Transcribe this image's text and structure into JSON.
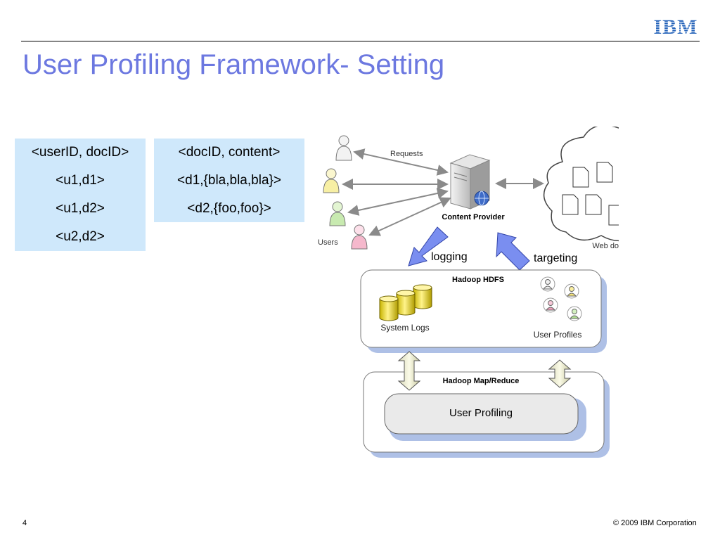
{
  "slide": {
    "logo_text": "IBM",
    "title": "User Profiling Framework- Setting",
    "page_number": "4",
    "copyright": "© 2009 IBM Corporation"
  },
  "tables": {
    "user_docs": {
      "header": "<userID, docID>",
      "rows": [
        "<u1,d1>",
        "<u1,d2>",
        "<u2,d2>"
      ]
    },
    "doc_content": {
      "header": "<docID, content>",
      "rows": [
        "<d1,{bla,bla,bla}>",
        "<d2,{foo,foo}>"
      ]
    }
  },
  "diagram": {
    "requests_label": "Requests",
    "users_label": "Users",
    "content_provider_label": "Content Provider",
    "web_documents_label": "Web documents",
    "logging_label": "logging",
    "targeting_label": "targeting",
    "hdfs_label": "Hadoop HDFS",
    "system_logs_label": "System Logs",
    "user_profiles_label": "User Profiles",
    "mapreduce_label": "Hadoop Map/Reduce",
    "user_profiling_label": "User Profiling"
  },
  "colors": {
    "title": "#6c78e0",
    "table_bg": "#cfe8fb",
    "arrow_blue": "#7a8ef0",
    "logo": "#1f5fb8"
  }
}
